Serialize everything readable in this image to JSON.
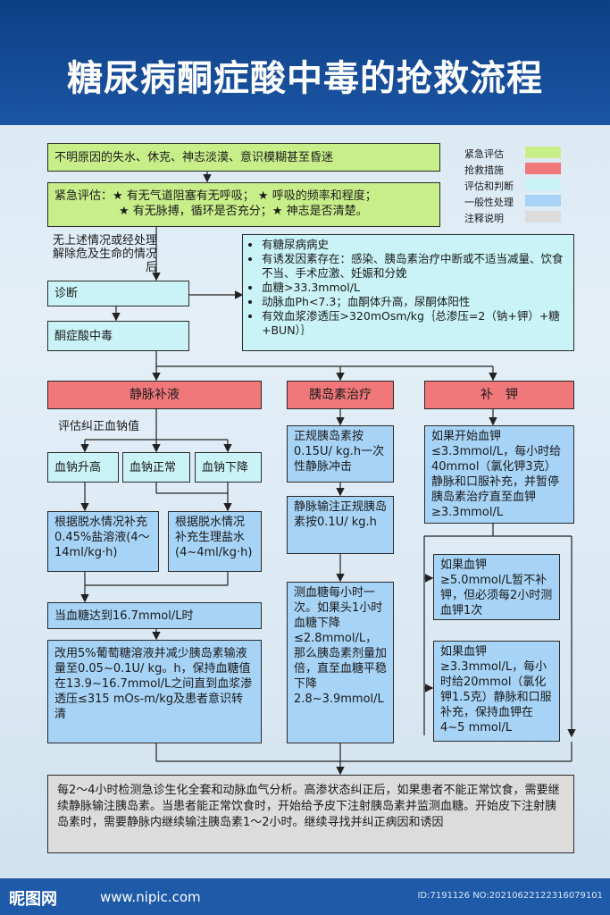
{
  "title": "糖尿病酮症酸中毒的抢救流程",
  "legend": [
    {
      "label": "紧急评估",
      "color": "#c8ee8a"
    },
    {
      "label": "抢救措施",
      "color": "#f0777a"
    },
    {
      "label": "评估和判断",
      "color": "#c9f3f6"
    },
    {
      "label": "一般性处理",
      "color": "#a6d3f6"
    },
    {
      "label": "注释说明",
      "color": "#dcdcdc"
    }
  ],
  "symptoms": "不明原因的失水、休克、神志淡漠、意识模糊甚至昏迷",
  "emergency": {
    "line1": "紧急评估：★ 有无气道阻塞有无呼吸；  ★ 呼吸的频率和程度；",
    "line2": "★ 有无脉搏，循环是否充分；★ 神志是否清楚。"
  },
  "side_note": "无上述情况或经处理解除危及生命的情况后",
  "diagnosis": "诊断",
  "dka": "酮症酸中毒",
  "criteria": [
    "有糖尿病病史",
    "有诱发因素存在：感染、胰岛素治疗中断或不适当减量、饮食不当、手术应激、妊娠和分娩",
    "血糖>33.3mmol/L",
    "动脉血Ph<7.3；血酮体升高，尿酮体阳性",
    "有效血浆渗透压>320mOsm/kg｛总渗压=2（钠+钾）+糖+BUN）｝"
  ],
  "col1": {
    "header": "静脉补液",
    "assess": "评估纠正血钠值",
    "high": "血钠升高",
    "normal": "血钠正常",
    "low": "血钠下降",
    "plan_high": "根据脱水情况补充0.45%盐溶液(4～14ml/kg·h)",
    "plan_low": "根据脱水情况补充生理盐水(4~4ml/kg·h)",
    "glucose": "当血糖达到16.7mmol/L时",
    "final": "改用5%葡萄糖溶液并减少胰岛素输液量至0.05~0.1U/ kg。h，保持血糖值在13.9~16.7mmol/L之间直到血浆渗透压≤315 mOs-m/kg及患者意识转清"
  },
  "col2": {
    "header": "胰岛素治疗",
    "step1": "正规胰岛素按0.15U/ kg.h一次性静脉冲击",
    "step2": "静脉输注正规胰岛素按0.1U/ kg.h",
    "step3": "测血糖每小时一次。如果头1小时血糖下降≤2.8mmol/L，那么胰岛素剂量加倍，直至血糖平稳下降2.8~3.9mmol/L"
  },
  "col3": {
    "header": "补　钾",
    "step1": "如果开始血钾≤3.3mmol/L，每小时给40mmol（氯化钾3克）静脉和口服补充，并暂停胰岛素治疗直至血钾≥3.3mmol/L",
    "step2": "如果血钾≥5.0mmol/L暂不补钾，但必须每2小时测血钾1次",
    "step3": "如果血钾≥3.3mmol/L，每小时给20mmol（氯化钾1.5克）静脉和口服补充，保持血钾在4~5 mmol/L"
  },
  "bottom": "每2～4小时检测急诊生化全套和动脉血气分析。高渗状态纠正后，如果患者不能正常饮食，需要继续静脉输注胰岛素。当患者能正常饮食时，开始给予皮下注射胰岛素并监测血糖。开始皮下注射胰岛素时，需要静脉内继续输注胰岛素1～2小时。继续寻找并纠正病因和诱因",
  "footer": {
    "logo": "昵图网",
    "site": "www.nipic.com",
    "id": "ID:7191126 NO:20210622122316079101"
  }
}
